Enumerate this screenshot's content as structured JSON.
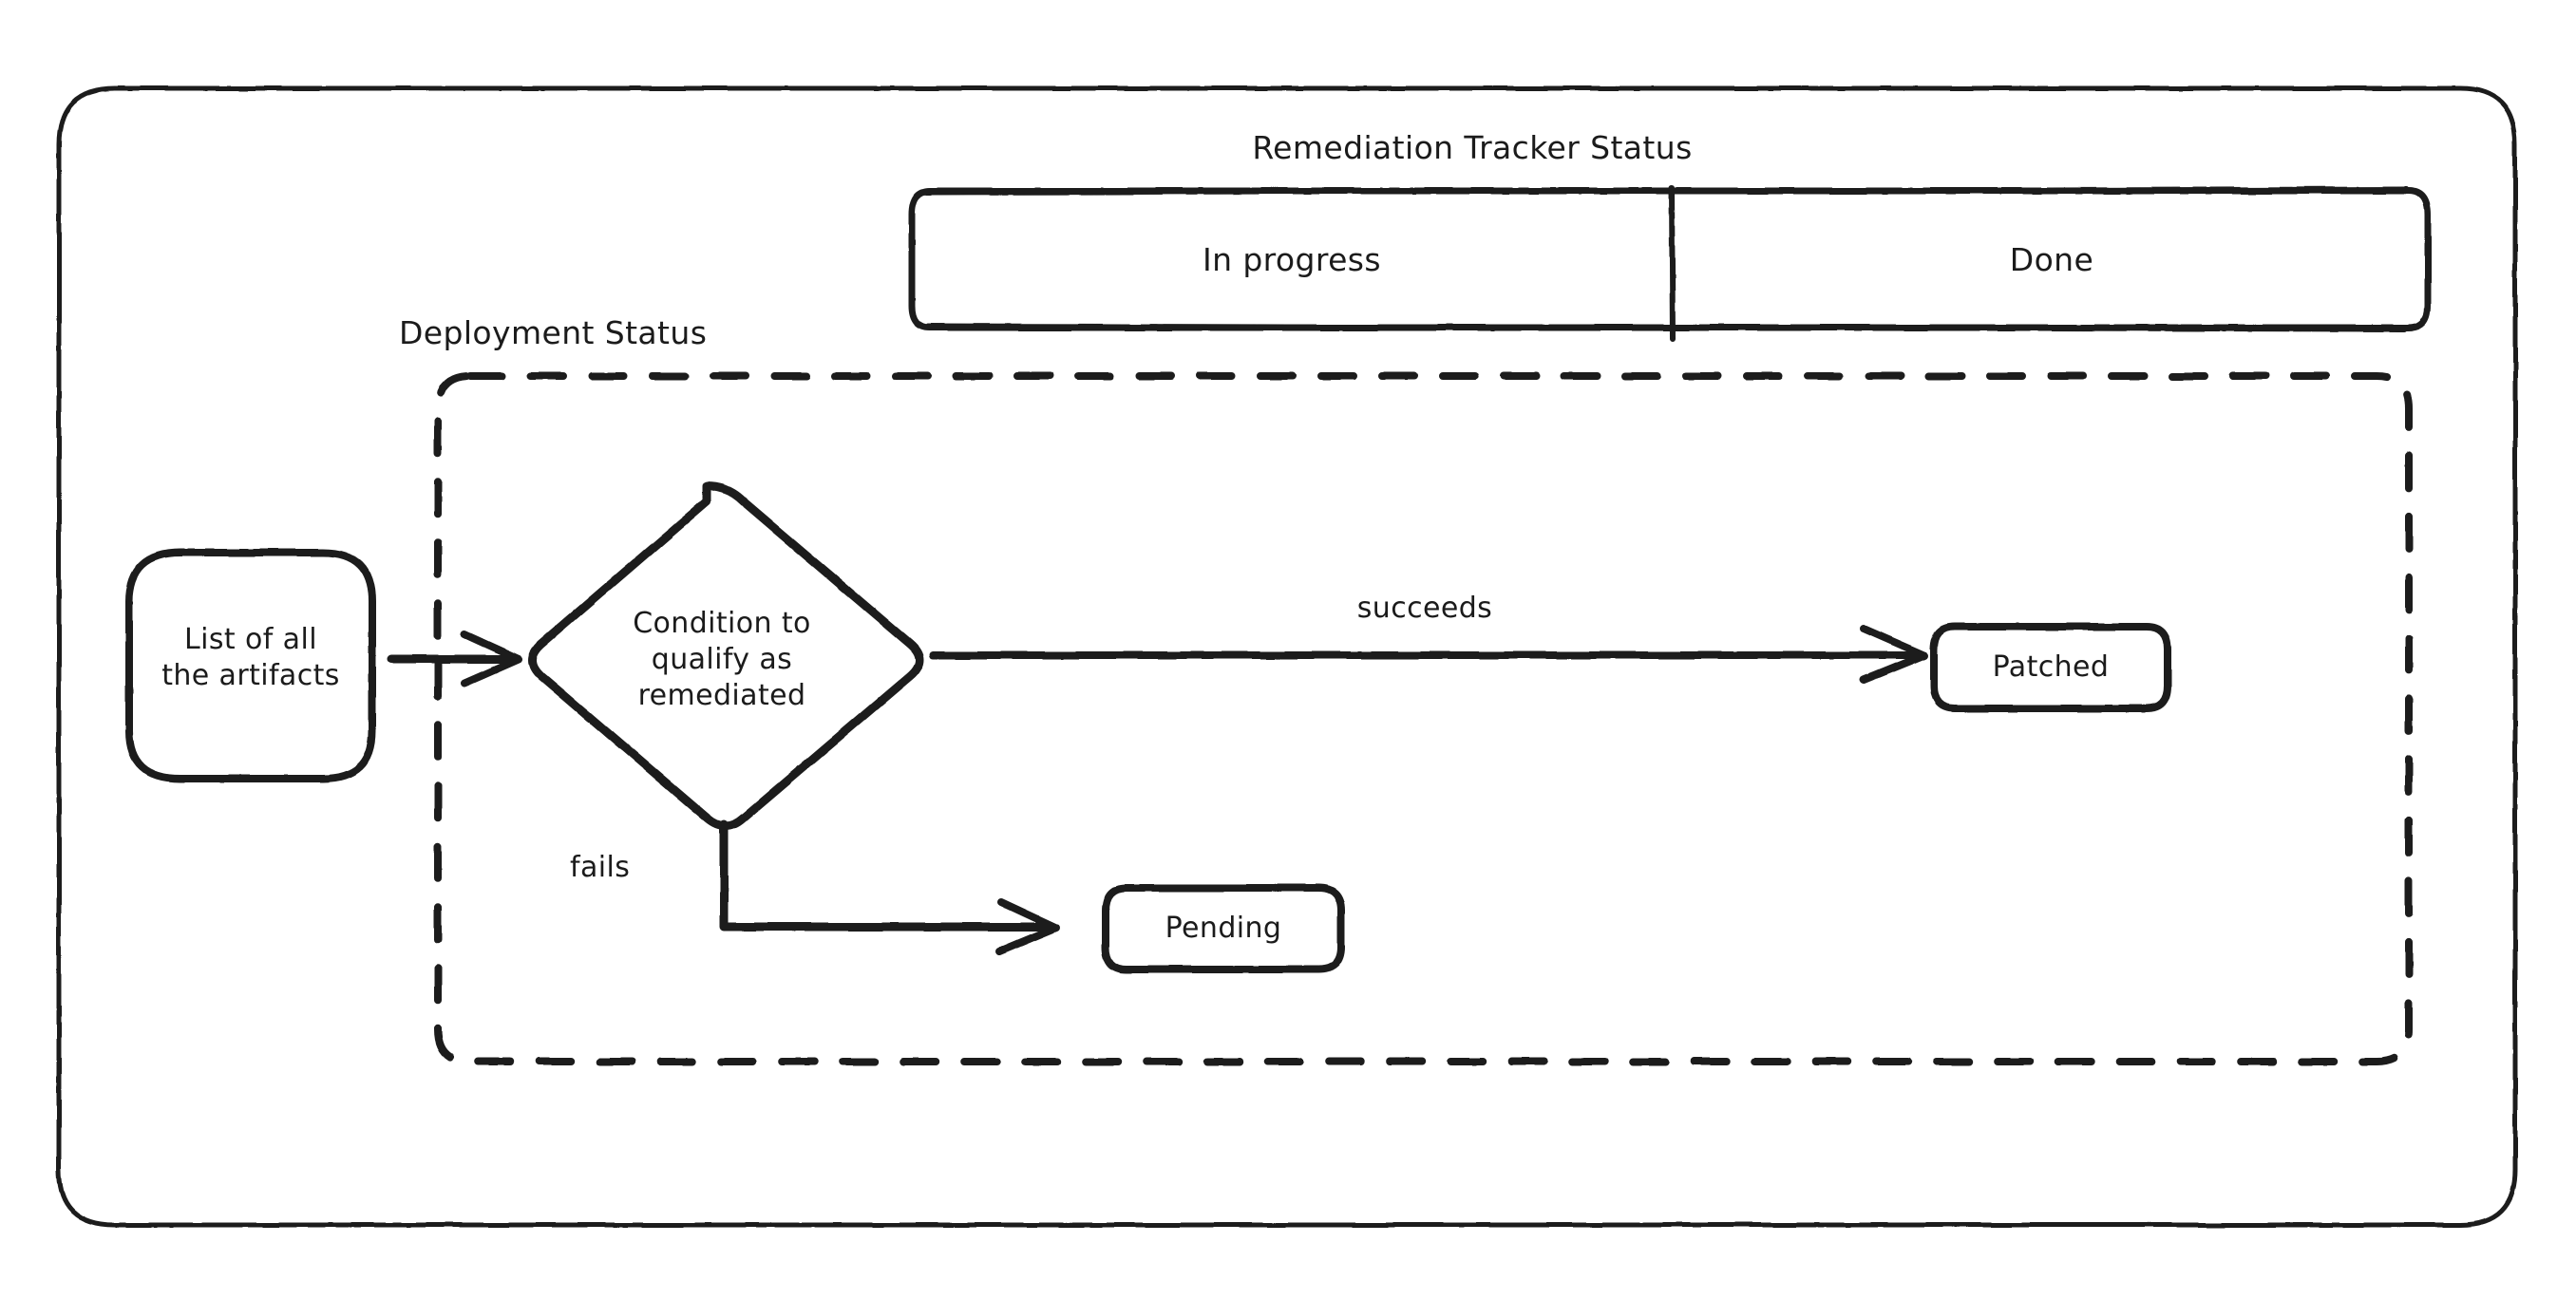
{
  "diagram": {
    "title": "Remediation Tracker Status",
    "style": "hand-drawn sketch flowchart",
    "stroke_color": "#1b1b1b",
    "background_color": "#ffffff"
  },
  "tracker_bar": {
    "label": "Remediation Tracker Status",
    "cells": [
      {
        "label": "In progress"
      },
      {
        "label": "Done"
      }
    ]
  },
  "deployment_group": {
    "label": "Deployment Status",
    "border_style": "dashed"
  },
  "nodes": {
    "source": {
      "label": "List of all\nthe artifacts",
      "shape": "rounded-rect"
    },
    "decision": {
      "label": "Condition to\nqualify as\nremediated",
      "shape": "diamond"
    },
    "patched": {
      "label": "Patched",
      "shape": "rounded-rect"
    },
    "pending": {
      "label": "Pending",
      "shape": "rounded-rect"
    }
  },
  "edges": [
    {
      "from": "source",
      "to": "decision",
      "label": ""
    },
    {
      "from": "decision",
      "to": "patched",
      "label": "succeeds"
    },
    {
      "from": "decision",
      "to": "pending",
      "label": "fails"
    }
  ]
}
